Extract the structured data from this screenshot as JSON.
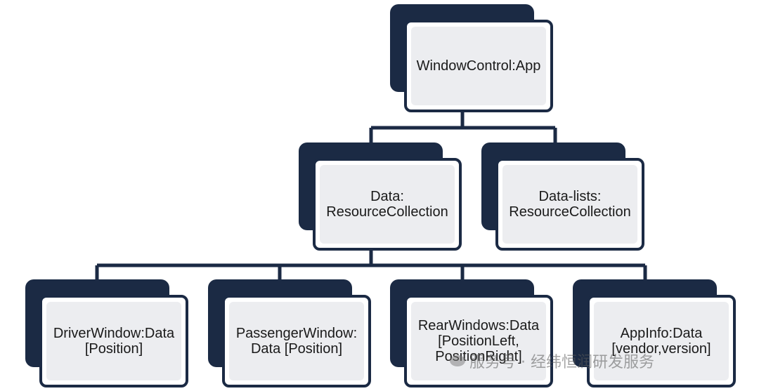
{
  "nodes": {
    "root": "WindowControl:App",
    "data": "Data:\nResourceCollection",
    "data_lists": "Data-lists:\nResourceCollection",
    "driver": "DriverWindow:Data\n[Position]",
    "passenger": "PassengerWindow:\nData [Position]",
    "rear": "RearWindows:Data\n[PositionLeft,\nPositionRight]",
    "appinfo": "AppInfo:Data\n[vendor,version]"
  },
  "colors": {
    "node_dark": "#1b2a44",
    "node_fill": "#ecedf0",
    "connector": "#1b2a44"
  },
  "watermark": {
    "icon": "wechat-icon",
    "text": "服务号 · 经纬恒润研发服务"
  }
}
